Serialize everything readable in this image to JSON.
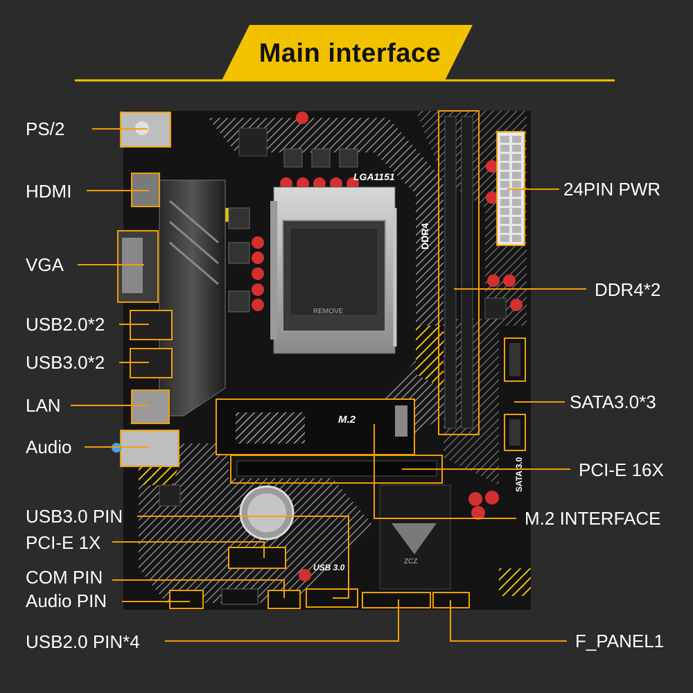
{
  "header": {
    "title": "Main interface"
  },
  "board": {
    "socket_label": "LGA1151",
    "ddr_label": "DDR4",
    "m2_label": "M.2",
    "usb3_label": "USB 3.0",
    "sata_label": "SATA 3.0",
    "socket_remove_label": "REMOVE",
    "brand_logo_text": "ZCZ"
  },
  "labels": {
    "ps2": "PS/2",
    "hdmi": "HDMI",
    "vga": "VGA",
    "usb20x2": "USB2.0*2",
    "usb30x2": "USB3.0*2",
    "lan": "LAN",
    "audio": "Audio",
    "usb30_pin": "USB3.0  PIN",
    "pcie_1x": "PCI-E  1X",
    "com_pin": "COM PIN",
    "audio_pin": "Audio PIN",
    "usb20_pin4": "USB2.0  PIN*4",
    "pwr24": "24PIN PWR",
    "ddr4x2": "DDR4*2",
    "sata30x3": "SATA3.0*3",
    "pcie_16x": "PCI-E 16X",
    "m2_interface": "M.2 INTERFACE",
    "f_panel1": "F_PANEL1"
  },
  "colors": {
    "background": "#2b2b2b",
    "accent": "#f2c200",
    "pcb": "#141414",
    "silk": "#d8d8d8"
  }
}
